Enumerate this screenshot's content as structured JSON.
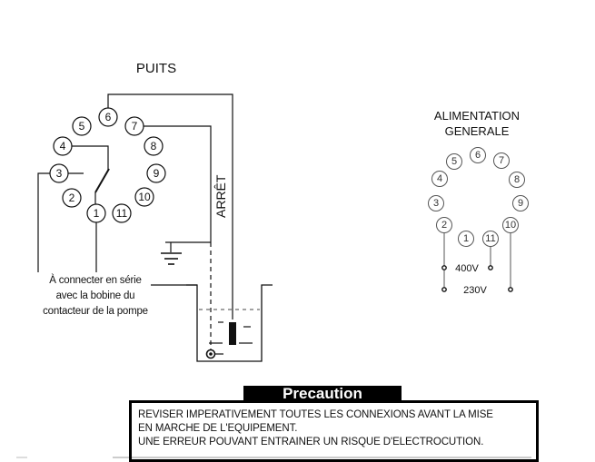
{
  "diagram": {
    "left_title": "PUITS",
    "stop_label": "ARRÊT",
    "left_pins": [
      {
        "n": "1"
      },
      {
        "n": "2"
      },
      {
        "n": "3"
      },
      {
        "n": "4"
      },
      {
        "n": "5"
      },
      {
        "n": "6"
      },
      {
        "n": "7"
      },
      {
        "n": "8"
      },
      {
        "n": "9"
      },
      {
        "n": "10"
      },
      {
        "n": "11"
      }
    ],
    "note_lines": [
      "À connecter en série",
      "avec la  bobine du",
      "contacteur de la pompe"
    ]
  },
  "supply": {
    "title_line1": "ALIMENTATION",
    "title_line2": "GENERALE",
    "pins": [
      {
        "n": "1"
      },
      {
        "n": "2"
      },
      {
        "n": "3"
      },
      {
        "n": "4"
      },
      {
        "n": "5"
      },
      {
        "n": "6"
      },
      {
        "n": "7"
      },
      {
        "n": "8"
      },
      {
        "n": "9"
      },
      {
        "n": "10"
      },
      {
        "n": "11"
      }
    ],
    "v400": "400V",
    "v230": "230V"
  },
  "precaution": {
    "title": "Precaution",
    "lines": [
      "REVISER IMPERATIVEMENT TOUTES LES CONNEXIONS AVANT LA MISE",
      "EN MARCHE DE L'EQUIPEMENT.",
      "UNE ERREUR POUVANT ENTRAINER UN RISQUE D'ELECTROCUTION."
    ]
  },
  "colors": {
    "line": "#111111",
    "light_line": "#555555"
  }
}
